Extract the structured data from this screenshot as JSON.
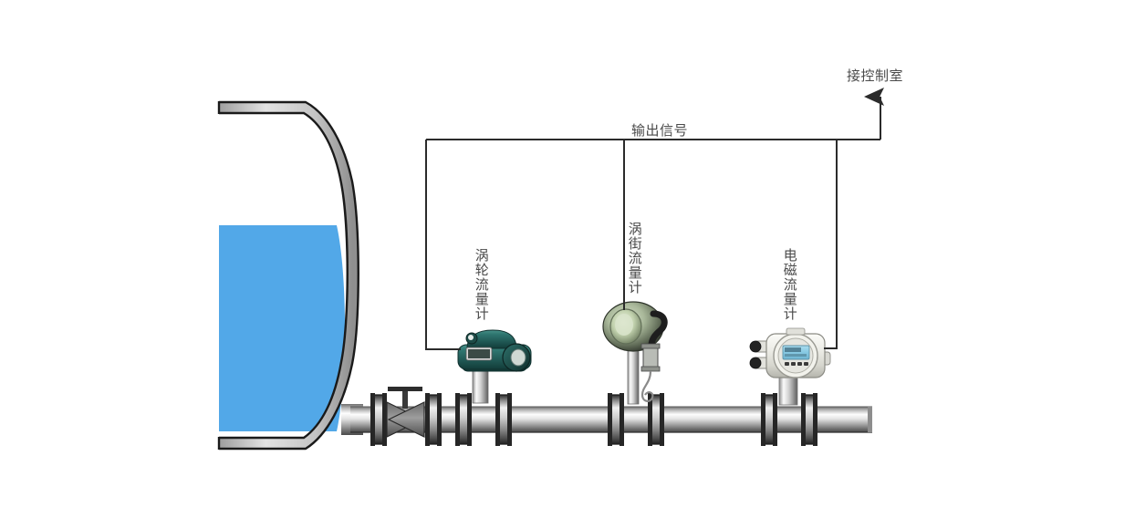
{
  "diagram": {
    "title_text_present": false,
    "labels": {
      "control_room": "接控制室",
      "output_signal": "输出信号",
      "turbine_flowmeter": "涡轮流量计",
      "vortex_flowmeter": "涡街流量计",
      "electromagnetic_flowmeter": "电磁流量计"
    },
    "colors": {
      "liquid": "#52a8e8",
      "tank_wall": "#c9c9c9",
      "tank_outline": "#1a1a1a",
      "pipe_light": "#f2f2f2",
      "pipe_mid": "#9a9a9a",
      "pipe_dark": "#3d3d3d",
      "signal_line": "#2b2b2b",
      "label_text": "#4a4a4a",
      "turbine_body": "#2c6b66",
      "vortex_body": "#aebb9e",
      "emag_body": "#e8e8e2",
      "lcd_screen": "#7fc6e0"
    },
    "components": [
      {
        "name": "storage-tank",
        "label": ""
      },
      {
        "name": "gate-valve",
        "label": ""
      },
      {
        "name": "turbine-flowmeter",
        "label": "涡轮流量计"
      },
      {
        "name": "vortex-flowmeter",
        "label": "涡街流量计"
      },
      {
        "name": "electromagnetic-flowmeter",
        "label": "电磁流量计"
      },
      {
        "name": "signal-bus",
        "label": "输出信号"
      },
      {
        "name": "control-room-arrow",
        "label": "接控制室"
      }
    ]
  }
}
